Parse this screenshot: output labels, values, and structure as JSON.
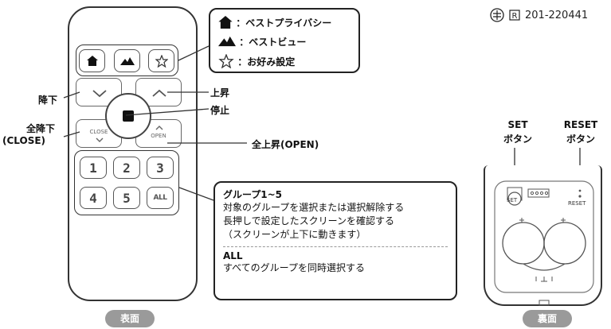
{
  "legend": {
    "items": [
      {
        "icon": "house-icon",
        "text": "：ベストプライバシー"
      },
      {
        "icon": "mountain-icon",
        "text": "：ベストビュー"
      },
      {
        "icon": "star-icon",
        "text": "：お好み設定"
      }
    ]
  },
  "registration": {
    "code": "201-220441"
  },
  "front": {
    "callouts": {
      "down": "降下",
      "up": "上昇",
      "stop": "停止",
      "full_down_1": "全降下",
      "full_down_2": "(CLOSE)",
      "full_up": "全上昇(OPEN)"
    },
    "buttons": {
      "close_label": "CLOSE",
      "open_label": "OPEN",
      "numbers": [
        "1",
        "2",
        "3",
        "4",
        "5"
      ],
      "all_label": "ALL"
    },
    "face_label": "表面"
  },
  "info": {
    "title": "グループ1~5",
    "lines": [
      "対象のグループを選択または選択解除する",
      "長押しで設定したスクリーンを確認する",
      "（スクリーンが上下に動きます）"
    ],
    "all_title": "ALL",
    "all_text": "すべてのグループを同時選択する"
  },
  "back": {
    "set_1": "SET",
    "set_2": "ボタン",
    "reset_1": "RESET",
    "reset_2": "ボタン",
    "set_small": "SET",
    "reset_small": "RESET",
    "face_label": "裏面"
  }
}
